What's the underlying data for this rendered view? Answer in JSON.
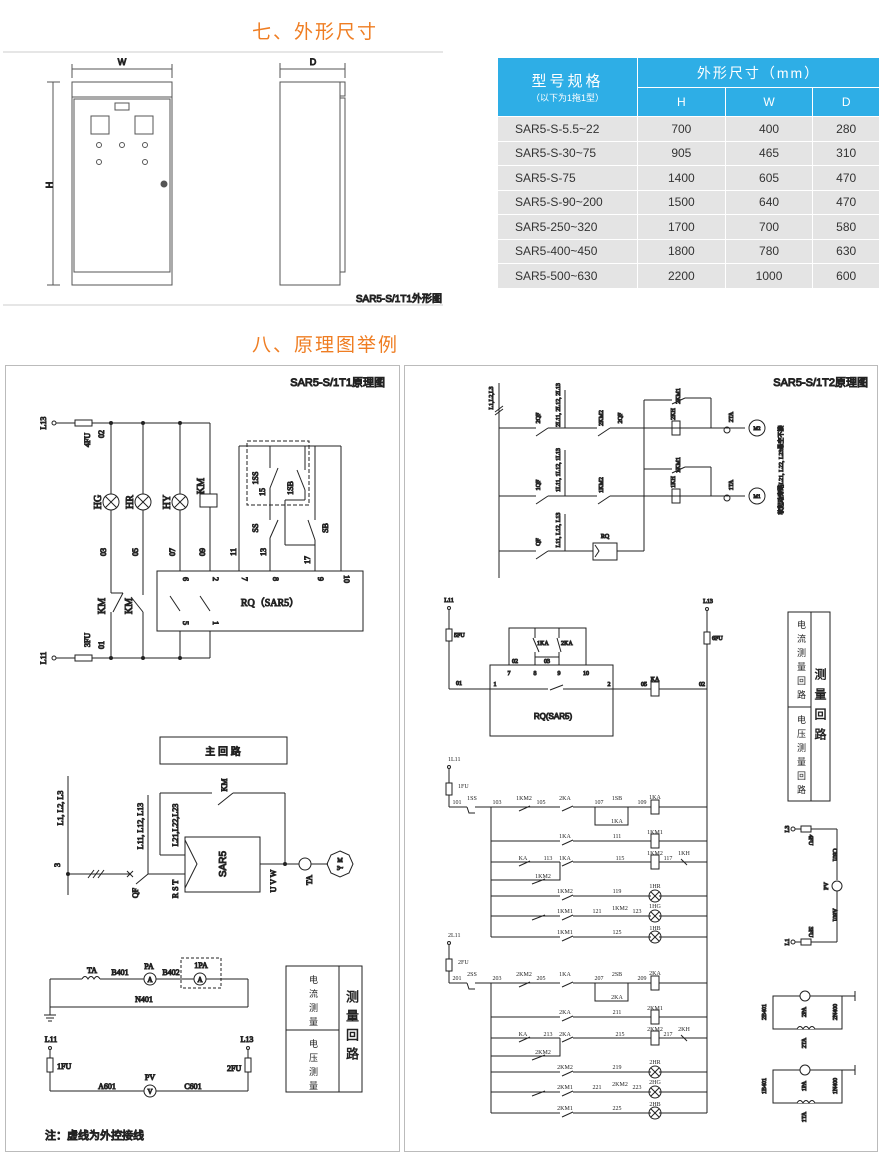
{
  "section7": {
    "title": "七、外形尺寸",
    "caption": "SAR5-S/1T1外形图",
    "dim_w": "W",
    "dim_h": "H",
    "dim_d": "D"
  },
  "table": {
    "model_header": "型号规格",
    "model_sub": "（以下为1拖1型）",
    "dims_header": "外形尺寸（mm）",
    "cols": [
      "H",
      "W",
      "D"
    ],
    "rows": [
      {
        "model": "SAR5-S-5.5~22",
        "h": "700",
        "w": "400",
        "d": "280"
      },
      {
        "model": "SAR5-S-30~75",
        "h": "905",
        "w": "465",
        "d": "310"
      },
      {
        "model": "SAR5-S-75",
        "h": "1400",
        "w": "605",
        "d": "470"
      },
      {
        "model": "SAR5-S-90~200",
        "h": "1500",
        "w": "640",
        "d": "470"
      },
      {
        "model": "SAR5-250~320",
        "h": "1700",
        "w": "700",
        "d": "580"
      },
      {
        "model": "SAR5-400~450",
        "h": "1800",
        "w": "780",
        "d": "630"
      },
      {
        "model": "SAR5-500~630",
        "h": "2200",
        "w": "1000",
        "d": "600"
      }
    ]
  },
  "section8": {
    "title": "八、原理图举例"
  },
  "s1": {
    "title": "SAR5-S/1T1原理图",
    "labels": [
      "L13",
      "4FU",
      "02",
      "HG",
      "HR",
      "HY",
      "KM",
      "03",
      "05",
      "07",
      "09",
      "11",
      "13",
      "17",
      "1SS",
      "15",
      "1SB",
      "SS",
      "SB",
      "KM",
      "KM",
      "L11",
      "3FU",
      "01",
      "6",
      "2",
      "7",
      "8",
      "9",
      "10",
      "5",
      "1",
      "RQ（SAR5）"
    ]
  },
  "main": {
    "labels": [
      "主 回 路",
      "L1, L2, L3",
      "3",
      "L11, L12, L13",
      "L21,L22,L23",
      "KM",
      "SAR5",
      "QF",
      "R S T",
      "U V W",
      "TA",
      "M",
      "3~"
    ]
  },
  "meas": {
    "labels": [
      "TA",
      "B401",
      "PA",
      "A",
      "B402",
      "1PA",
      "A",
      "N401",
      "L11",
      "1FU",
      "L13",
      "2FU",
      "PV",
      "V",
      "A601",
      "C601"
    ],
    "box": [
      "电流测量",
      "电压测量",
      "测量回路"
    ],
    "note": "注：虚线为外控接线"
  },
  "s2": {
    "title": "SAR5-S/1T2原理图",
    "power": [
      "L1,L2,L3",
      "2QF",
      "2L11, 2L12, 2L13",
      "2KM2",
      "2QF",
      "2KM1",
      "2KH",
      "2TA",
      "M2",
      "1QF",
      "1L11, 1L12, 1L13",
      "1KM2",
      "1KM1",
      "1KH",
      "1TA",
      "M1",
      "QF",
      "L11, L12, L13",
      "RQ",
      "软起动旁路L21, L22, L23悬空不接"
    ],
    "ctrl": [
      "L11",
      "5FU",
      "02",
      "03",
      "1KA",
      "2KA",
      "7",
      "8",
      "9",
      "10",
      "01",
      "1",
      "2",
      "RQ(SAR5)",
      "05",
      "KA",
      "02",
      "L13",
      "6FU"
    ],
    "group1": [
      "1L11",
      "1FU",
      "101",
      "1SS",
      "103",
      "1KM2",
      "105",
      "2KA",
      "107",
      "1SB",
      "1KA",
      "109",
      "1KA",
      "1KA",
      "111",
      "1KM1",
      "KA",
      "113",
      "1KA",
      "115",
      "1KM2",
      "117",
      "1KH",
      "1KM2",
      "1KM2",
      "119",
      "1HR",
      "1KM1",
      "121",
      "1KM2",
      "123",
      "1HG",
      "1KM1",
      "125",
      "1HB"
    ],
    "group2": [
      "2L11",
      "2FU",
      "201",
      "2SS",
      "203",
      "2KM2",
      "205",
      "1KA",
      "207",
      "2SB",
      "2KA",
      "209",
      "2KA",
      "2KA",
      "211",
      "2KM1",
      "KA",
      "213",
      "2KA",
      "215",
      "2KM2",
      "217",
      "2KH",
      "2KM2",
      "2KM2",
      "219",
      "2HR",
      "2KM1",
      "221",
      "2KM2",
      "223",
      "2HG",
      "2KM1",
      "225",
      "2HB"
    ],
    "box": [
      "电流测量回路",
      "电压测量回路",
      "测量回路"
    ],
    "volt": [
      "L3",
      "4FU",
      "C601",
      "PV",
      "A601",
      "L1",
      "3FU"
    ],
    "ct": [
      "2B401",
      "2PA",
      "2N400",
      "2TA",
      "1B401",
      "1PA",
      "1N400",
      "1TA"
    ]
  },
  "colors": {
    "accent": "#ef7d22",
    "table_header": "#2eaee6",
    "table_row": "#e4e4e4"
  }
}
